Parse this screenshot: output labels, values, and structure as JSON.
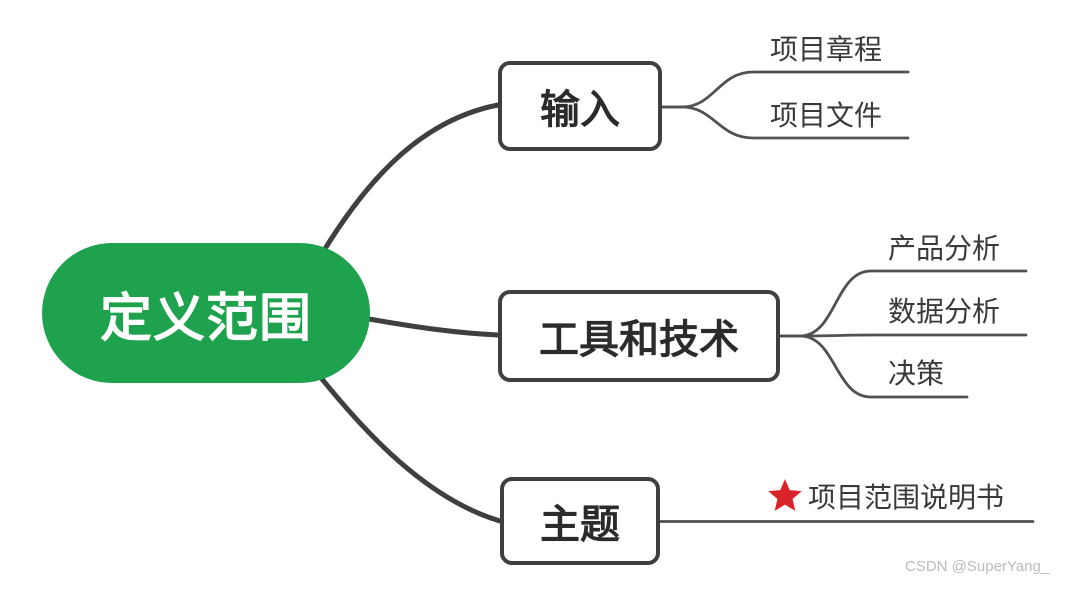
{
  "root": {
    "label": "定义范围"
  },
  "branches": [
    {
      "label": "输入",
      "children": [
        {
          "label": "项目章程"
        },
        {
          "label": "项目文件"
        }
      ]
    },
    {
      "label": "工具和技术",
      "children": [
        {
          "label": "产品分析"
        },
        {
          "label": "数据分析"
        },
        {
          "label": "决策"
        }
      ]
    },
    {
      "label": "主题",
      "children": [
        {
          "label": "项目范围说明书",
          "marker": "red-star"
        }
      ]
    }
  ],
  "watermark": "CSDN @SuperYang_",
  "colors": {
    "root_bg": "#1EA24D",
    "root_text": "#FFFFFF",
    "branch_line": "#3F3F3F",
    "child_line": "#515155",
    "star": "#D8232A"
  }
}
